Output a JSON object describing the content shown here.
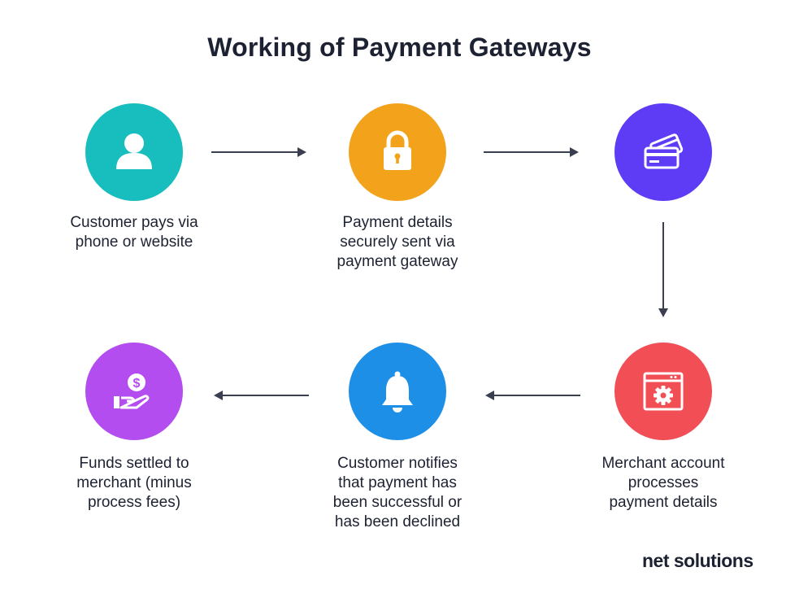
{
  "title": "Working of Payment Gateways",
  "steps": [
    {
      "icon": "user-icon",
      "color": "#18bdbd",
      "lines": [
        "Customer pays via",
        "phone or website"
      ]
    },
    {
      "icon": "lock-icon",
      "color": "#f2a31b",
      "lines": [
        "Payment details",
        "securely sent via",
        "payment gateway"
      ]
    },
    {
      "icon": "credit-card-icon",
      "color": "#5e3bf5",
      "lines": []
    },
    {
      "icon": "browser-gear-icon",
      "color": "#f24e55",
      "lines": [
        "Merchant account",
        "processes",
        "payment details"
      ]
    },
    {
      "icon": "bell-icon",
      "color": "#1e8fe6",
      "lines": [
        "Customer notifies",
        "that payment has",
        "been successful or",
        "has been declined"
      ]
    },
    {
      "icon": "hand-coin-icon",
      "color": "#b44df0",
      "lines": [
        "Funds settled to",
        "merchant (minus",
        "process fees)"
      ]
    }
  ],
  "arrow_color": "#3a3f4f",
  "brand": "net solutions"
}
